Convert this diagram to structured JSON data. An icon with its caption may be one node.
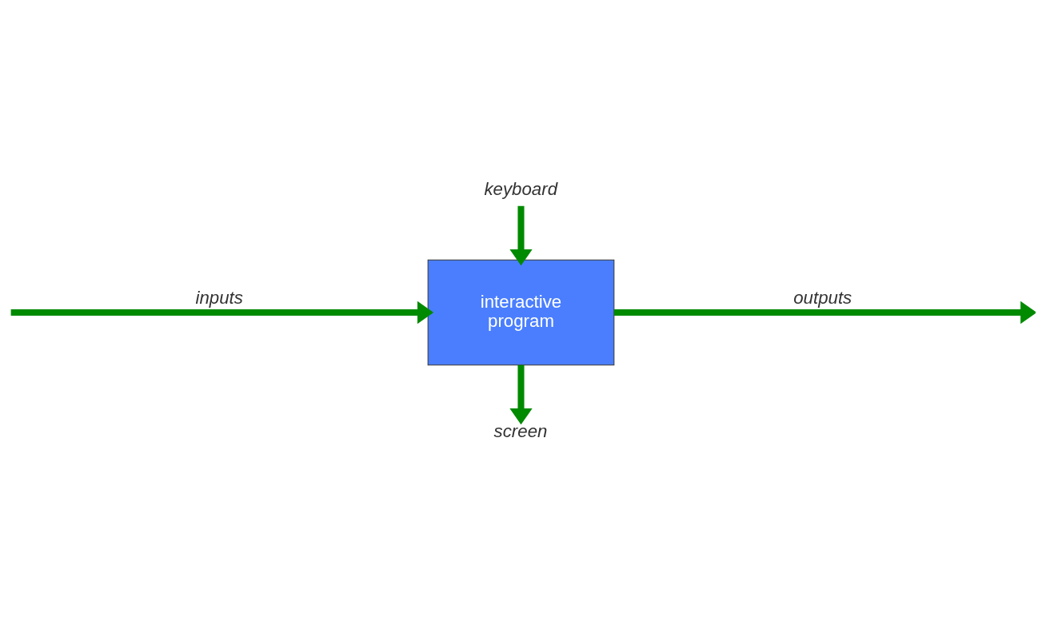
{
  "diagram": {
    "nodes": [
      {
        "text": [
          "keyboard"
        ]
      },
      {
        "text": [
          "interactive program"
        ]
      },
      {
        "text": [
          "screen"
        ]
      }
    ],
    "edges": [
      {
        "from": 0,
        "to": 1,
        "arrow": "to"
      },
      {
        "from": null,
        "to": 1,
        "arrow": "to",
        "label": "inputs"
      },
      {
        "from": 1,
        "to": null,
        "arrow": "to",
        "label": "outputs"
      },
      {
        "from": 1,
        "to": 2,
        "arrow": "to"
      }
    ]
  }
}
